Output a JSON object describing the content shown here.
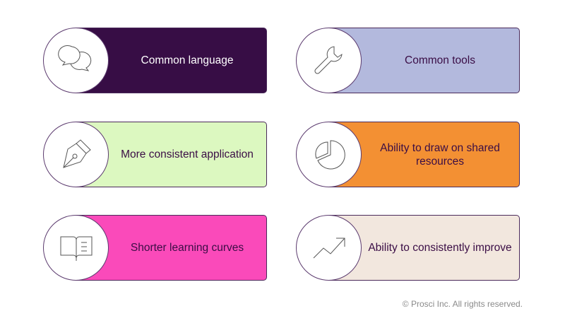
{
  "items": [
    {
      "label": "Common language",
      "icon": "speech-bubbles-icon",
      "bg": "#370d45",
      "fg": "#ffffff"
    },
    {
      "label": "Common tools",
      "icon": "wrench-icon",
      "bg": "#b3b9dd",
      "fg": "#3a0d45"
    },
    {
      "label": "More consistent application",
      "icon": "pen-nib-icon",
      "bg": "#dcf8c0",
      "fg": "#3a0d45"
    },
    {
      "label": "Ability to draw on shared resources",
      "icon": "pie-chart-icon",
      "bg": "#f39033",
      "fg": "#3a0d45"
    },
    {
      "label": "Shorter learning curves",
      "icon": "open-book-icon",
      "bg": "#fa4aba",
      "fg": "#3a0d45"
    },
    {
      "label": "Ability to consistently improve",
      "icon": "trend-up-icon",
      "bg": "#f2e7de",
      "fg": "#3a0d45"
    }
  ],
  "footer": {
    "copyright": "© Prosci Inc. All rights reserved."
  }
}
